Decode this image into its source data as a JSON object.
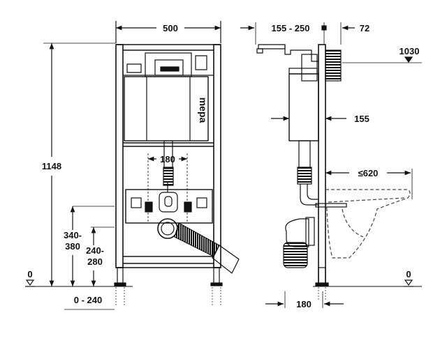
{
  "front_view": {
    "width_label": "500",
    "height_label": "1148",
    "spacing_label": "180",
    "waste_height_label_line1": "340-",
    "waste_height_label_line2": "380",
    "supply_height_label_line1": "240-",
    "supply_height_label_line2": "280",
    "foot_adjust_label": "0 - 240",
    "zero_label": "0",
    "brand_text": "mepa"
  },
  "side_view": {
    "depth_range_label": "155 - 250",
    "frame_depth_label": "72",
    "top_height_label": "1030",
    "cistern_offset_label": "155",
    "bowl_projection_label": "≤620",
    "pipe_offset_label": "180",
    "zero_label": "0"
  },
  "colors": {
    "line": "#111111",
    "hatch": "#222222",
    "dashed": "#444444"
  }
}
